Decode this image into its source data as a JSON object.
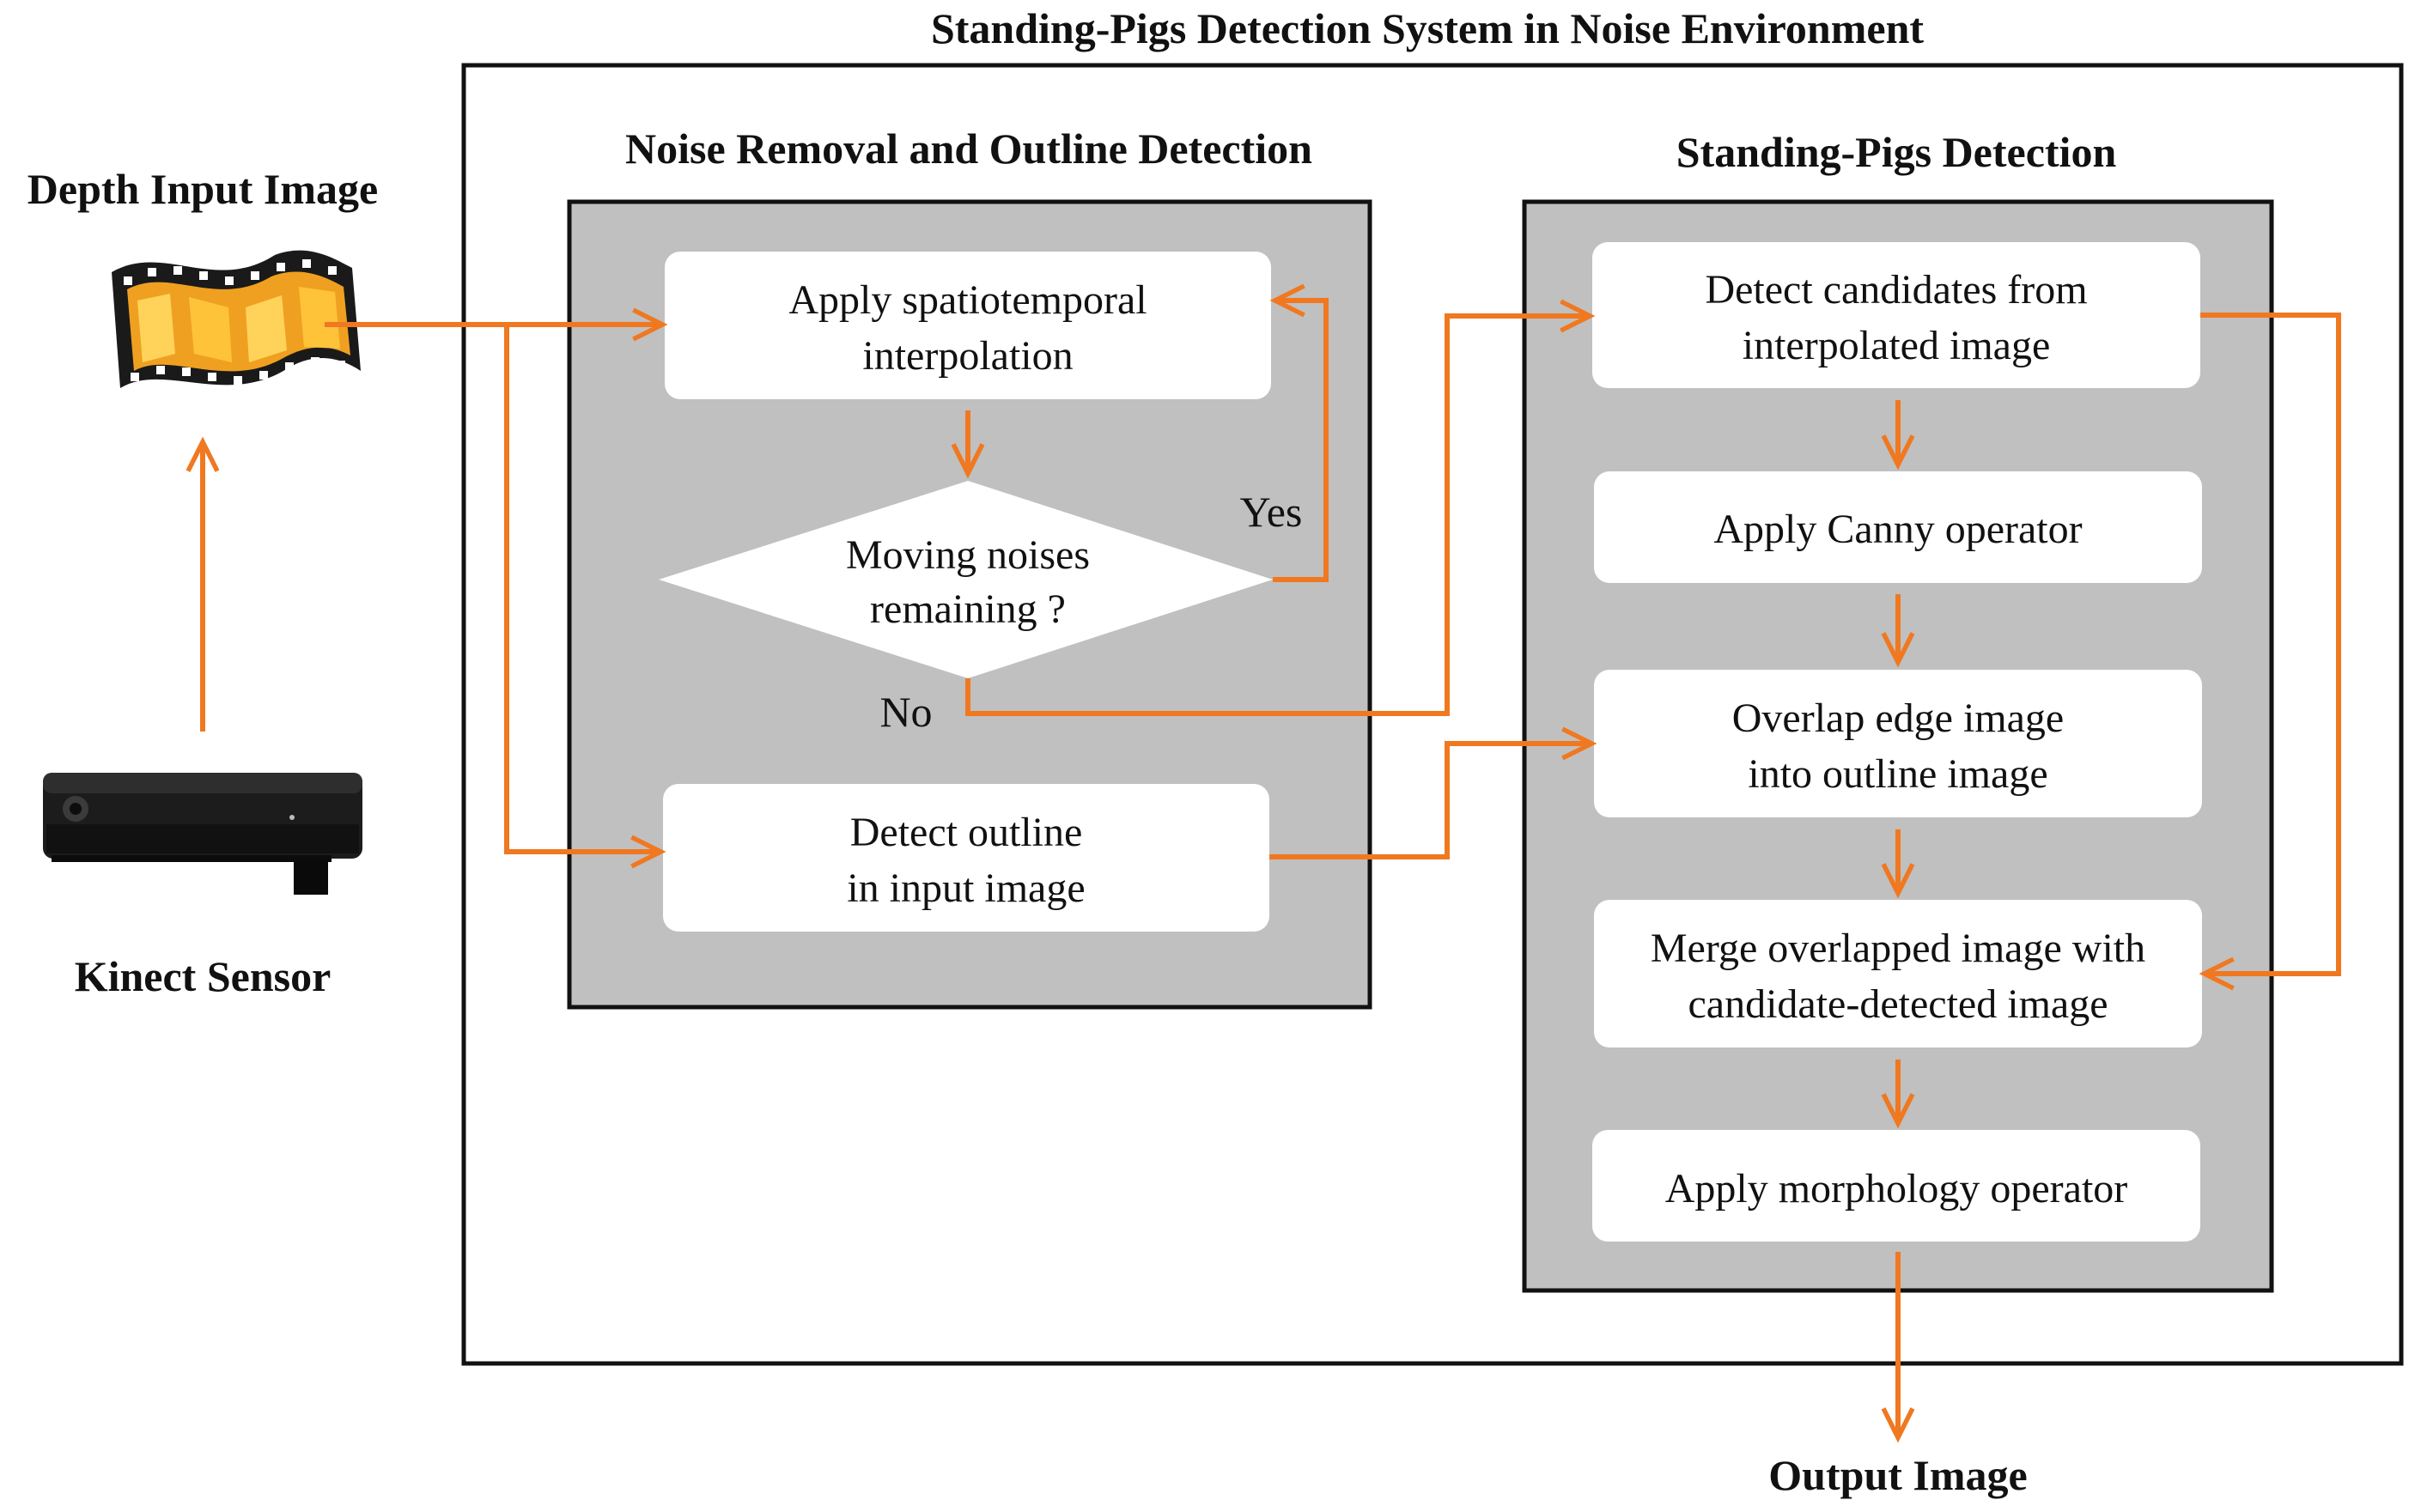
{
  "system_title": "Standing-Pigs Detection System in Noise Environment",
  "inputs": {
    "depth_input_label": "Depth Input Image",
    "sensor_label": "Kinect Sensor",
    "film_icon": "film-strip-icon",
    "sensor_icon": "kinect-sensor-icon"
  },
  "noise_panel": {
    "title": "Noise Removal and Outline Detection",
    "interpolation_lines": [
      "Apply spatiotemporal",
      "interpolation"
    ],
    "decision_lines": [
      "Moving noises",
      "remaining ?"
    ],
    "yes_label": "Yes",
    "no_label": "No",
    "outline_lines": [
      "Detect outline",
      "in input image"
    ]
  },
  "detection_panel": {
    "title": "Standing-Pigs Detection",
    "candidates_lines": [
      "Detect candidates from",
      "interpolated image"
    ],
    "canny_label": "Apply Canny operator",
    "overlap_lines": [
      "Overlap edge image",
      "into outline image"
    ],
    "merge_lines": [
      "Merge overlapped image with",
      "candidate-detected image"
    ],
    "morphology_label": "Apply morphology operator"
  },
  "output_label": "Output Image",
  "colors": {
    "arrow": "#f07820",
    "panel_fill": "#c0c0c0",
    "box_fill": "#ffffff",
    "border": "#111111"
  }
}
